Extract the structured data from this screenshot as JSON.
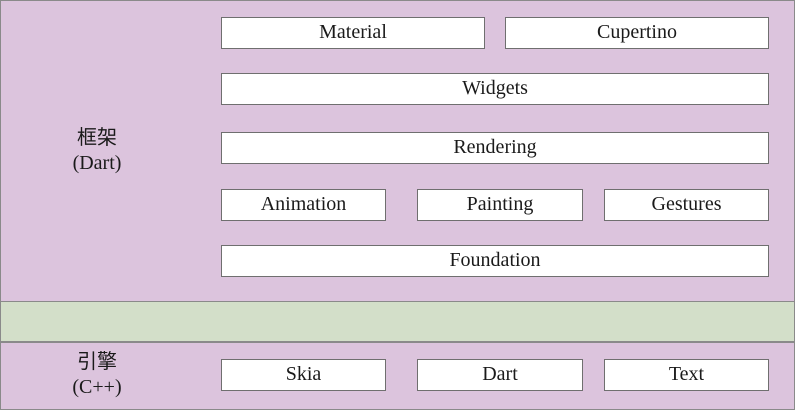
{
  "framework": {
    "label_line1": "框架",
    "label_line2": "(Dart)",
    "boxes": {
      "material": "Material",
      "cupertino": "Cupertino",
      "widgets": "Widgets",
      "rendering": "Rendering",
      "animation": "Animation",
      "painting": "Painting",
      "gestures": "Gestures",
      "foundation": "Foundation"
    }
  },
  "engine": {
    "label_line1": "引擎",
    "label_line2": "(C++)",
    "boxes": {
      "skia": "Skia",
      "dart": "Dart",
      "text": "Text"
    }
  },
  "colors": {
    "layer_fill": "#dcc4dd",
    "bridge_fill": "#d3dfc9",
    "box_fill": "#ffffff",
    "border": "#8a8a8a"
  }
}
